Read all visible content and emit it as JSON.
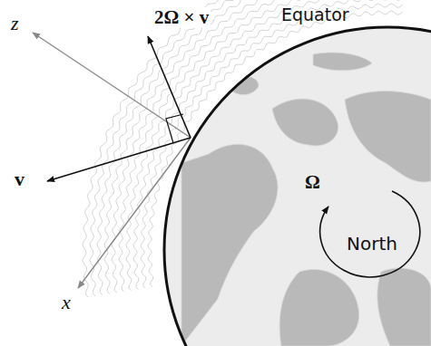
{
  "diagram": {
    "labels": [
      "z",
      "2Ω × v",
      "Equator",
      "v",
      "Ω",
      "North",
      "x"
    ]
  }
}
